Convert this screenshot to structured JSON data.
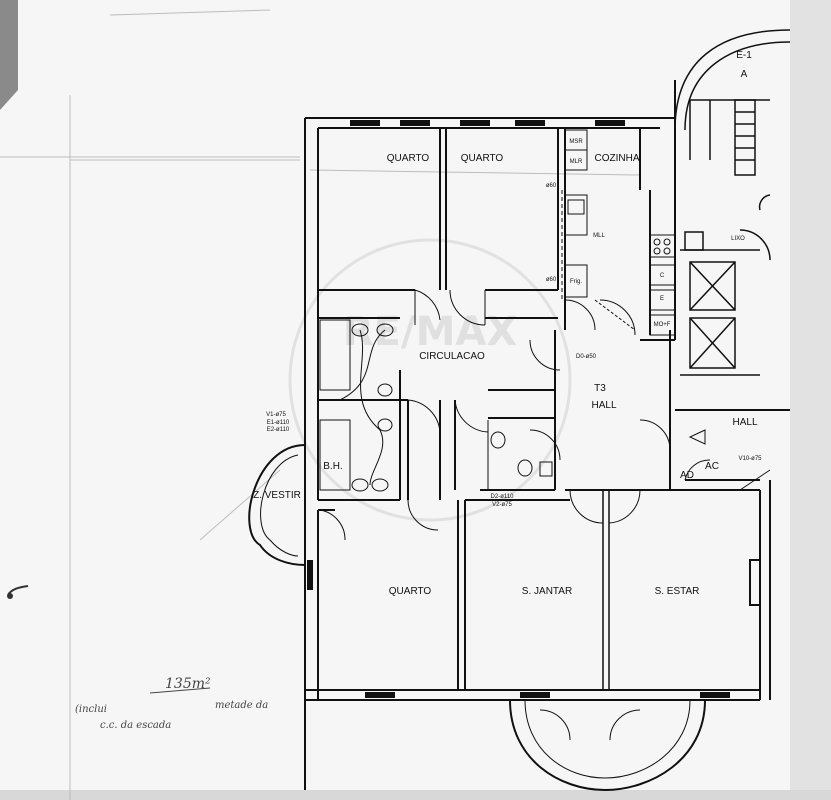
{
  "plan": {
    "rooms": {
      "quarto_1": "QUARTO",
      "quarto_2": "QUARTO",
      "cozinha": "COZINHA",
      "circulacao": "CIRCULACAO",
      "t3": "T3",
      "hall_1": "HALL",
      "hall_2": "HALL",
      "bh": "B.H.",
      "z_vestir": "Z. VESTIR",
      "quarto_3": "QUARTO",
      "s_jantar": "S. JANTAR",
      "s_estar": "S. ESTAR",
      "e1": "E-1",
      "a": "A",
      "ad": "AD",
      "ac": "AC",
      "lixo": "LIXO"
    },
    "fixtures": {
      "msr": "MSR",
      "mlr": "MLR",
      "mll": "MLL",
      "frig": "Frig.",
      "mo_f": "MO+F",
      "c": "C",
      "e": "E",
      "h60_a": "ø60",
      "h60_b": "ø60",
      "d0": "D0-ø50",
      "v1": "V1-ø75",
      "e1110": "E1-ø110",
      "e2110": "E2-ø110",
      "d2": "D2-ø110",
      "v2": "V2-ø75",
      "v10": "V10-ø75"
    },
    "watermark": "RE/MAX",
    "handwritten": {
      "area": "135m²",
      "note_1": "(inclui",
      "note_2": "metade da",
      "note_3": "c.c. da escada"
    }
  }
}
